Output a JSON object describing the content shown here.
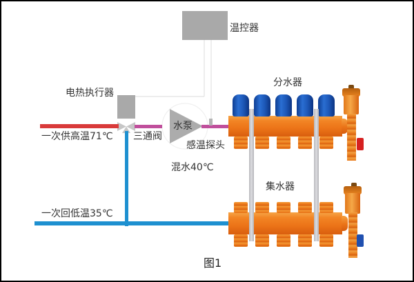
{
  "figure": {
    "caption": "图1"
  },
  "labels": {
    "thermostat": "温控器",
    "actuator": "电热执行器",
    "three_way_valve": "三通阀",
    "pump": "水泵",
    "temp_sensor": "感温探头",
    "mixed_water": "混水40℃",
    "supply_manifold": "分水器",
    "return_manifold": "集水器",
    "primary_supply": "一次供高温71℃",
    "primary_return": "一次回低温35℃"
  },
  "colors": {
    "supply_pipe": "#d93a3a",
    "return_pipe": "#1e90d0",
    "mixed_pipe": "#c04f9c",
    "device_gray": "#a9a9a9",
    "valve_cap": "#1a56b0",
    "manifold_brass": "#f07a1a",
    "supply_handle": "#d62020",
    "return_handle": "#2050b0"
  },
  "supply_manifold": {
    "circuits": 5
  },
  "return_manifold": {
    "circuits": 5
  }
}
